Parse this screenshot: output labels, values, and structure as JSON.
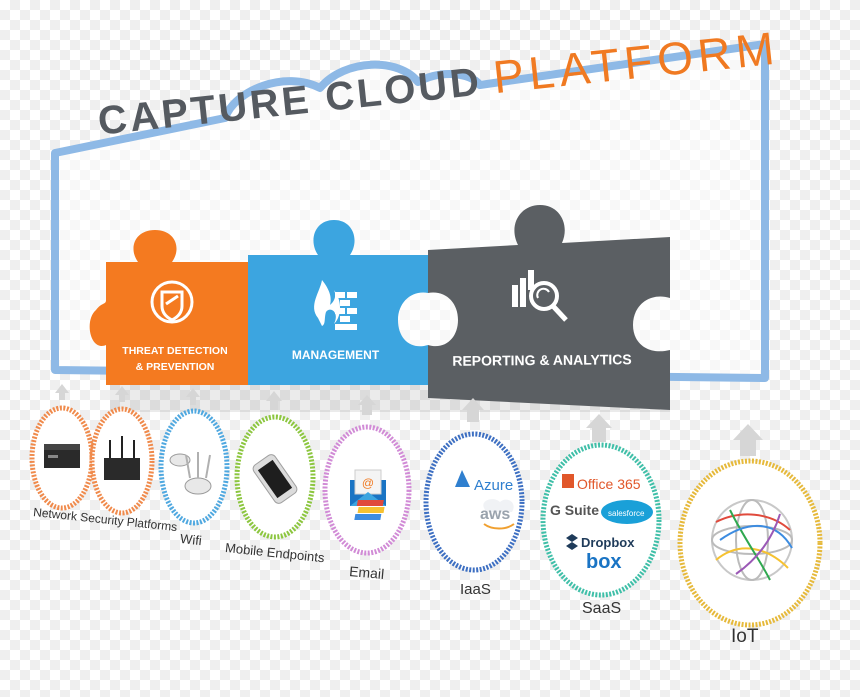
{
  "title": {
    "word1": "CAPTURE CLOUD",
    "word2": "PLATFORM"
  },
  "pieces": [
    {
      "label_line1": "THREAT DETECTION",
      "label_line2": "& PREVENTION",
      "color": "#f47a20",
      "icon": "shield-icon"
    },
    {
      "label": "MANAGEMENT",
      "color": "#3ca5e0",
      "icon": "firewall-flame-icon"
    },
    {
      "label": "REPORTING & ANALYTICS",
      "color": "#5b5f63",
      "icon": "analytics-magnifier-icon"
    }
  ],
  "endpoints": [
    {
      "label": "Network Security Platforms",
      "ring_color": "#f08a4b",
      "icon": "network-appliance-icon"
    },
    {
      "label": "Wifi",
      "ring_color": "#4fa8e0",
      "icon": "wireless-access-point-icon"
    },
    {
      "label": "Mobile Endpoints",
      "ring_color": "#8cc63f",
      "icon": "smartphone-icon"
    },
    {
      "label": "Email",
      "ring_color": "#d18bd6",
      "icon": "email-envelope-icon"
    },
    {
      "label": "IaaS",
      "ring_color": "#3d6fc2",
      "icon": "cloud-provider-icon"
    },
    {
      "label": "SaaS",
      "ring_color": "#3fbfa8",
      "icon": "saas-apps-icon"
    },
    {
      "label": "IoT",
      "ring_color": "#e6b93a",
      "icon": "globe-network-icon"
    }
  ],
  "iaas_brands": {
    "azure": "Azure",
    "aws": "aws"
  },
  "saas_brands": {
    "office": "Office 365",
    "gsuite": "G Suite",
    "salesforce": "salesforce",
    "dropbox": "Dropbox",
    "box": "box"
  },
  "colors": {
    "frame": "#8eb9e6",
    "accent_orange": "#f47a20",
    "accent_blue": "#3ca5e0",
    "accent_gray": "#5b5f63",
    "arrow": "#d6d6d6"
  }
}
